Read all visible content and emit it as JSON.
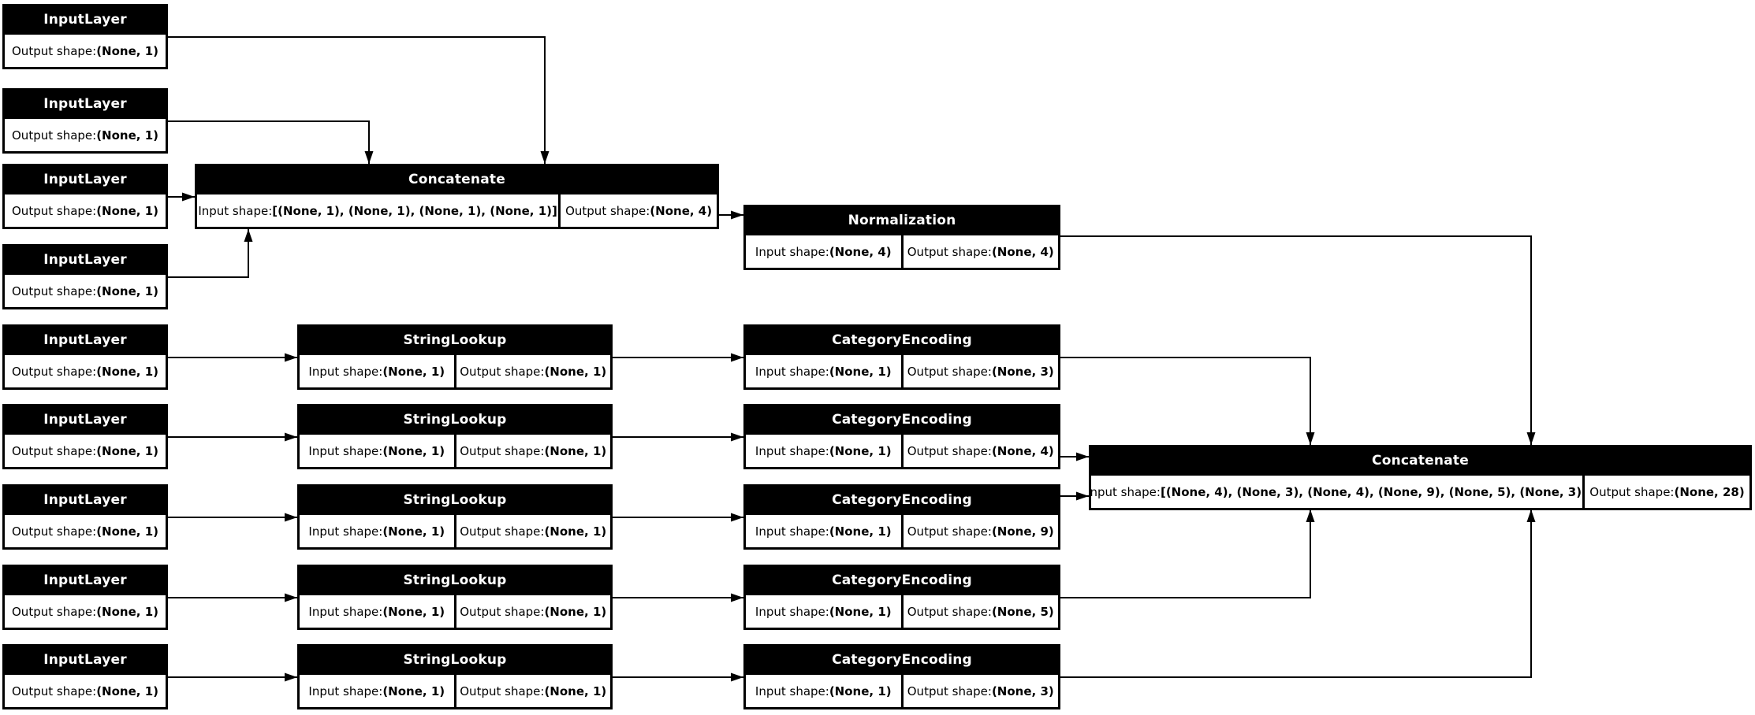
{
  "diagram": {
    "background": "#ffffff",
    "node_fill": "#000000",
    "node_title_text": "#ffffff",
    "cell_fill": "#ffffff",
    "cell_text": "#000000",
    "edge_color": "#000000"
  },
  "nodes": [
    {
      "id": "input-1",
      "title": "InputLayer",
      "cells": [
        {
          "label": "Output shape: ",
          "value": "(None, 1)"
        }
      ]
    },
    {
      "id": "input-2",
      "title": "InputLayer",
      "cells": [
        {
          "label": "Output shape: ",
          "value": "(None, 1)"
        }
      ]
    },
    {
      "id": "input-3",
      "title": "InputLayer",
      "cells": [
        {
          "label": "Output shape: ",
          "value": "(None, 1)"
        }
      ]
    },
    {
      "id": "input-4",
      "title": "InputLayer",
      "cells": [
        {
          "label": "Output shape: ",
          "value": "(None, 1)"
        }
      ]
    },
    {
      "id": "concat-1",
      "title": "Concatenate",
      "cells": [
        {
          "label": "Input shape: ",
          "value": "[(None, 1), (None, 1), (None, 1), (None, 1)]"
        },
        {
          "label": "Output shape: ",
          "value": "(None, 4)"
        }
      ]
    },
    {
      "id": "norm-1",
      "title": "Normalization",
      "cells": [
        {
          "label": "Input shape: ",
          "value": "(None, 4)"
        },
        {
          "label": "Output shape: ",
          "value": "(None, 4)"
        }
      ]
    },
    {
      "id": "input-5",
      "title": "InputLayer",
      "cells": [
        {
          "label": "Output shape: ",
          "value": "(None, 1)"
        }
      ]
    },
    {
      "id": "input-6",
      "title": "InputLayer",
      "cells": [
        {
          "label": "Output shape: ",
          "value": "(None, 1)"
        }
      ]
    },
    {
      "id": "input-7",
      "title": "InputLayer",
      "cells": [
        {
          "label": "Output shape: ",
          "value": "(None, 1)"
        }
      ]
    },
    {
      "id": "input-8",
      "title": "InputLayer",
      "cells": [
        {
          "label": "Output shape: ",
          "value": "(None, 1)"
        }
      ]
    },
    {
      "id": "input-9",
      "title": "InputLayer",
      "cells": [
        {
          "label": "Output shape: ",
          "value": "(None, 1)"
        }
      ]
    },
    {
      "id": "lookup-1",
      "title": "StringLookup",
      "cells": [
        {
          "label": "Input shape: ",
          "value": "(None, 1)"
        },
        {
          "label": "Output shape: ",
          "value": "(None, 1)"
        }
      ]
    },
    {
      "id": "lookup-2",
      "title": "StringLookup",
      "cells": [
        {
          "label": "Input shape: ",
          "value": "(None, 1)"
        },
        {
          "label": "Output shape: ",
          "value": "(None, 1)"
        }
      ]
    },
    {
      "id": "lookup-3",
      "title": "StringLookup",
      "cells": [
        {
          "label": "Input shape: ",
          "value": "(None, 1)"
        },
        {
          "label": "Output shape: ",
          "value": "(None, 1)"
        }
      ]
    },
    {
      "id": "lookup-4",
      "title": "StringLookup",
      "cells": [
        {
          "label": "Input shape: ",
          "value": "(None, 1)"
        },
        {
          "label": "Output shape: ",
          "value": "(None, 1)"
        }
      ]
    },
    {
      "id": "lookup-5",
      "title": "StringLookup",
      "cells": [
        {
          "label": "Input shape: ",
          "value": "(None, 1)"
        },
        {
          "label": "Output shape: ",
          "value": "(None, 1)"
        }
      ]
    },
    {
      "id": "encode-1",
      "title": "CategoryEncoding",
      "cells": [
        {
          "label": "Input shape: ",
          "value": "(None, 1)"
        },
        {
          "label": "Output shape: ",
          "value": "(None, 3)"
        }
      ]
    },
    {
      "id": "encode-2",
      "title": "CategoryEncoding",
      "cells": [
        {
          "label": "Input shape: ",
          "value": "(None, 1)"
        },
        {
          "label": "Output shape: ",
          "value": "(None, 4)"
        }
      ]
    },
    {
      "id": "encode-3",
      "title": "CategoryEncoding",
      "cells": [
        {
          "label": "Input shape: ",
          "value": "(None, 1)"
        },
        {
          "label": "Output shape: ",
          "value": "(None, 9)"
        }
      ]
    },
    {
      "id": "encode-4",
      "title": "CategoryEncoding",
      "cells": [
        {
          "label": "Input shape: ",
          "value": "(None, 1)"
        },
        {
          "label": "Output shape: ",
          "value": "(None, 5)"
        }
      ]
    },
    {
      "id": "encode-5",
      "title": "CategoryEncoding",
      "cells": [
        {
          "label": "Input shape: ",
          "value": "(None, 1)"
        },
        {
          "label": "Output shape: ",
          "value": "(None, 3)"
        }
      ]
    },
    {
      "id": "concat-2",
      "title": "Concatenate",
      "cells": [
        {
          "label": "Input shape: ",
          "value": "[(None, 4), (None, 3), (None, 4), (None, 9), (None, 5), (None, 3)]"
        },
        {
          "label": "Output shape: ",
          "value": "(None, 28)"
        }
      ]
    }
  ]
}
